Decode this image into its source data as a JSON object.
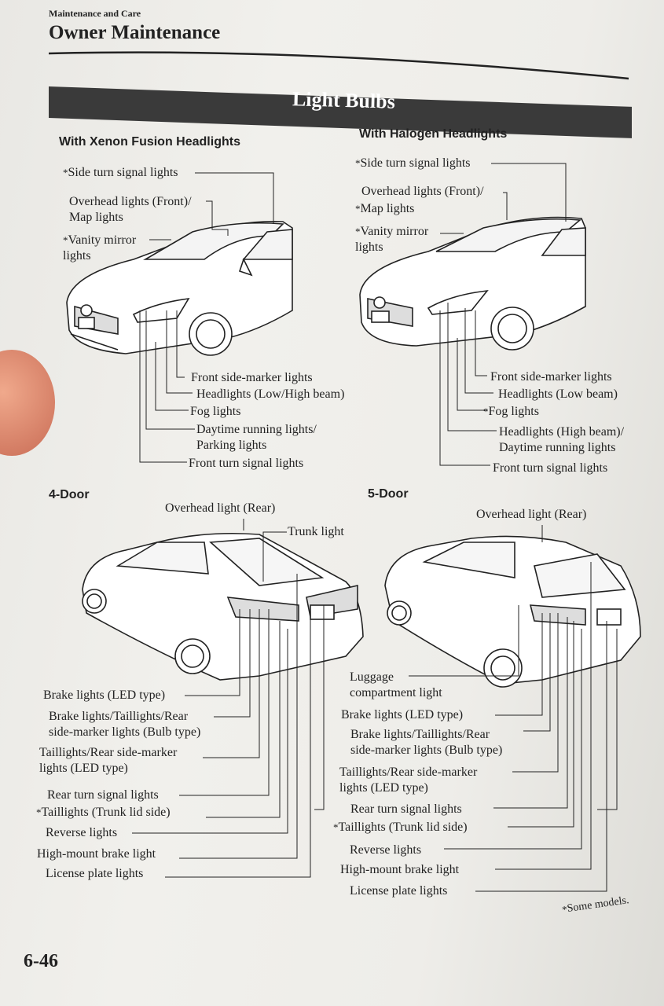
{
  "header": {
    "section": "Maintenance and Care",
    "title": "Owner Maintenance",
    "banner": "Light Bulbs"
  },
  "xenon": {
    "heading": "With Xenon Fusion Headlights",
    "labels": [
      "Side turn signal lights",
      "Overhead lights (Front)/\nMap lights",
      "Vanity mirror\nlights",
      "Front side-marker lights",
      "Headlights (Low/High beam)",
      "Fog lights",
      "Daytime running lights/\nParking lights",
      "Front turn signal lights"
    ]
  },
  "halogen": {
    "heading": "With Halogen Headlights",
    "labels": [
      "Side turn signal lights",
      "Overhead lights (Front)/",
      "Map lights",
      "Vanity mirror\nlights",
      "Front side-marker lights",
      "Headlights (Low beam)",
      "Fog lights",
      "Headlights (High beam)/\nDaytime running lights",
      "Front turn signal lights"
    ]
  },
  "four_door": {
    "heading": "4-Door",
    "top_labels": [
      "Overhead light (Rear)",
      "Trunk light"
    ],
    "labels": [
      "Brake lights (LED type)",
      "Brake lights/Taillights/Rear\nside-marker lights (Bulb type)",
      "Taillights/Rear side-marker\nlights (LED type)",
      "Rear turn signal lights",
      "Taillights (Trunk lid side)",
      "Reverse lights",
      "High-mount brake light",
      "License plate lights"
    ]
  },
  "five_door": {
    "heading": "5-Door",
    "top_labels": [
      "Overhead light (Rear)"
    ],
    "labels": [
      "Luggage\ncompartment light",
      "Brake lights (LED type)",
      "Brake lights/Taillights/Rear\nside-marker lights (Bulb type)",
      "Taillights/Rear side-marker\nlights (LED type)",
      "Rear turn signal lights",
      "Taillights (Trunk lid side)",
      "Reverse lights",
      "High-mount brake light",
      "License plate lights"
    ]
  },
  "footnote": "Some models.",
  "asterisk": "*",
  "page_number": "6-46"
}
